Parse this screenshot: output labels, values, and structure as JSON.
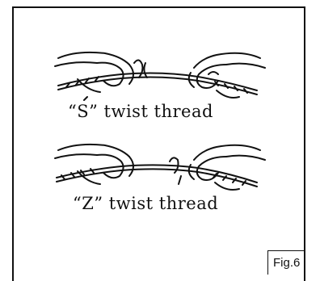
{
  "figure": {
    "top_caption": "“S” twist thread",
    "bottom_caption": "“Z” twist thread",
    "label": "Fig.6"
  },
  "icons": [
    "left-hand-icon",
    "right-hand-icon",
    "twisted-thread-icon"
  ]
}
